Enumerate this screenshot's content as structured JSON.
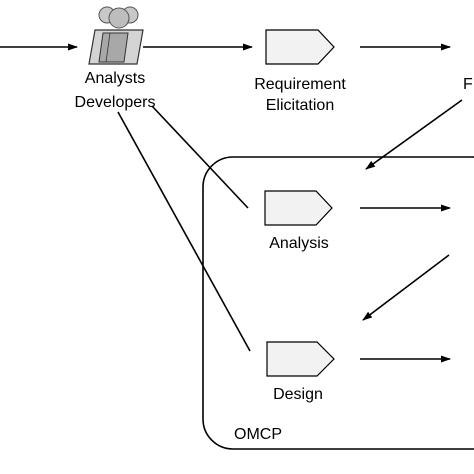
{
  "actor": {
    "line1": "Analysts",
    "line2": "Developers",
    "icon": "people-group-icon"
  },
  "steps": {
    "requirement_elicitation": {
      "line1": "Requirement",
      "line2": "Elicitation",
      "icon": "pentagon-arrow-icon"
    },
    "analysis": {
      "label": "Analysis",
      "icon": "pentagon-arrow-icon"
    },
    "design": {
      "label": "Design",
      "icon": "pentagon-arrow-icon"
    }
  },
  "cut_off_label": "F",
  "region": {
    "label": "OMCP"
  },
  "colors": {
    "stroke": "#000000",
    "step_fill": "#f2f2f2",
    "actor_fill": "#d0d0d0"
  }
}
